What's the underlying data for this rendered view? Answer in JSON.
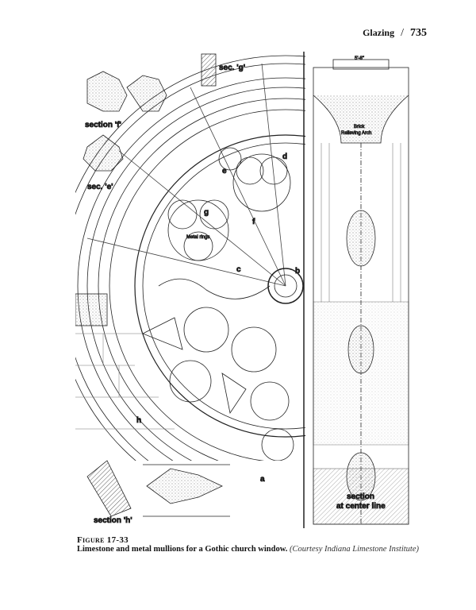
{
  "header": {
    "section": "Glazing",
    "separator": "/",
    "page_number": "735"
  },
  "figure": {
    "number": "Figure 17-33",
    "caption": "Limestone and metal mullions for a Gothic church window.",
    "credit": "(Courtesy Indiana Limestone Institute)",
    "labels": {
      "sec_g": "sec. 'g'",
      "section_f": "section 'f'",
      "sec_e": "sec. 'e'",
      "section_h": "section 'h'",
      "section_center": "section",
      "section_center_2": "at center line",
      "brick_arch": "Brick",
      "brick_arch_2": "Relieving Arch",
      "metal_rings": "Metal rings",
      "dim_top": "5'-8\"",
      "h": "h",
      "g": "g",
      "e": "e",
      "d": "d",
      "f": "f",
      "c": "c",
      "b": "b",
      "a": "a"
    }
  }
}
